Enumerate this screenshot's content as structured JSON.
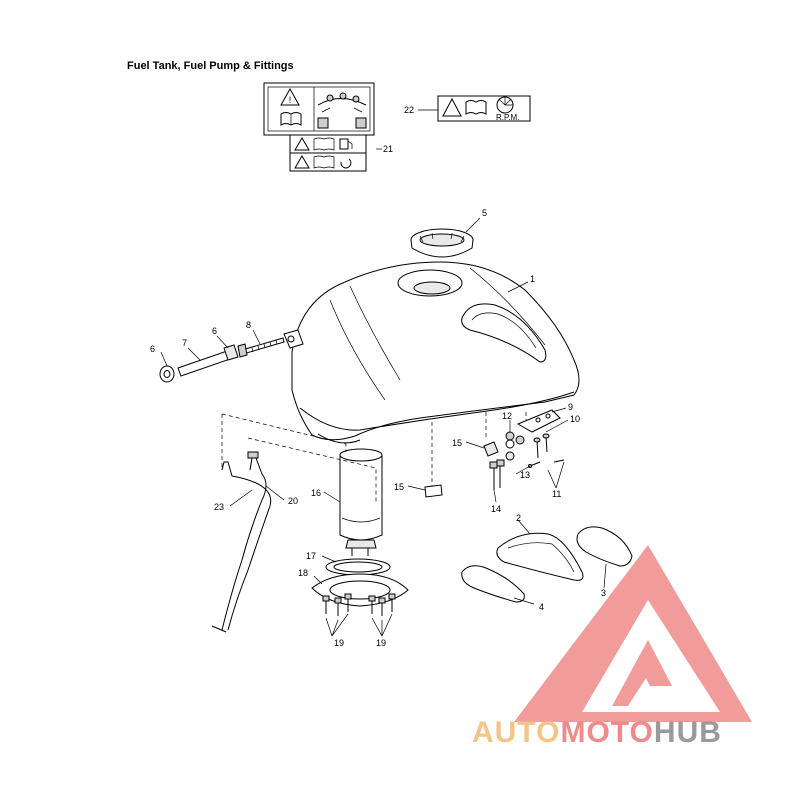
{
  "title": "Fuel Tank, Fuel Pump & Fittings",
  "label_rpm": "R.P.M.",
  "callouts": {
    "c1": "1",
    "c2": "2",
    "c3": "3",
    "c4": "4",
    "c5": "5",
    "c6a": "6",
    "c6b": "6",
    "c7": "7",
    "c8": "8",
    "c9": "9",
    "c10": "10",
    "c11": "11",
    "c12": "12",
    "c13": "13",
    "c14": "14",
    "c15a": "15",
    "c15b": "15",
    "c16": "16",
    "c17": "17",
    "c18": "18",
    "c19a": "19",
    "c19b": "19",
    "c20": "20",
    "c21": "21",
    "c22": "22",
    "c23": "23"
  },
  "watermark": {
    "part1": "AUTO",
    "part2": "MOTO",
    "part3": "HUB"
  },
  "colors": {
    "watermark_red": "#f08a8a",
    "watermark_orange": "#f5c487",
    "watermark_gray": "#9a9a9a"
  }
}
